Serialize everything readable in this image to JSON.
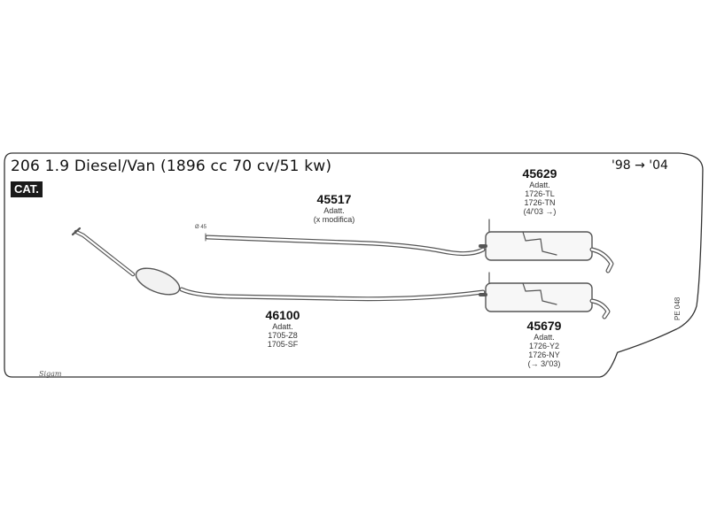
{
  "diagram": {
    "title": "206 1.9 Diesel/Van (1896 cc 70 cv/51 kw)",
    "years": "'98 → '04",
    "cat_badge": "CAT.",
    "pipe_diameter": "Ø 45",
    "sheet_ref": "PE 048",
    "logo": "Sigam",
    "parts": [
      {
        "code": "45517",
        "lines": [
          "Adatt.",
          "(x modifica)"
        ]
      },
      {
        "code": "45629",
        "lines": [
          "Adatt.",
          "1726-TL",
          "1726-TN",
          "(4/'03 →)"
        ]
      },
      {
        "code": "46100",
        "lines": [
          "Adatt.",
          "1705-Z8",
          "1705-SF"
        ]
      },
      {
        "code": "45679",
        "lines": [
          "Adatt.",
          "1726-Y2",
          "1726-NY",
          "(→ 3/'03)"
        ]
      }
    ]
  }
}
